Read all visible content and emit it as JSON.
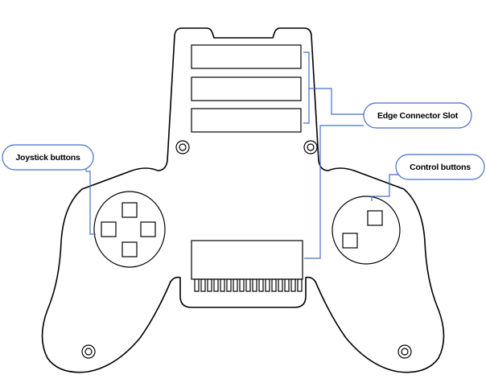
{
  "callouts": {
    "edge_connector": "Edge Connector Slot",
    "joystick": "Joystick buttons",
    "control": "Control buttons"
  },
  "colors": {
    "outline": "#000000",
    "leader": "#4472C4",
    "background": "#ffffff"
  }
}
